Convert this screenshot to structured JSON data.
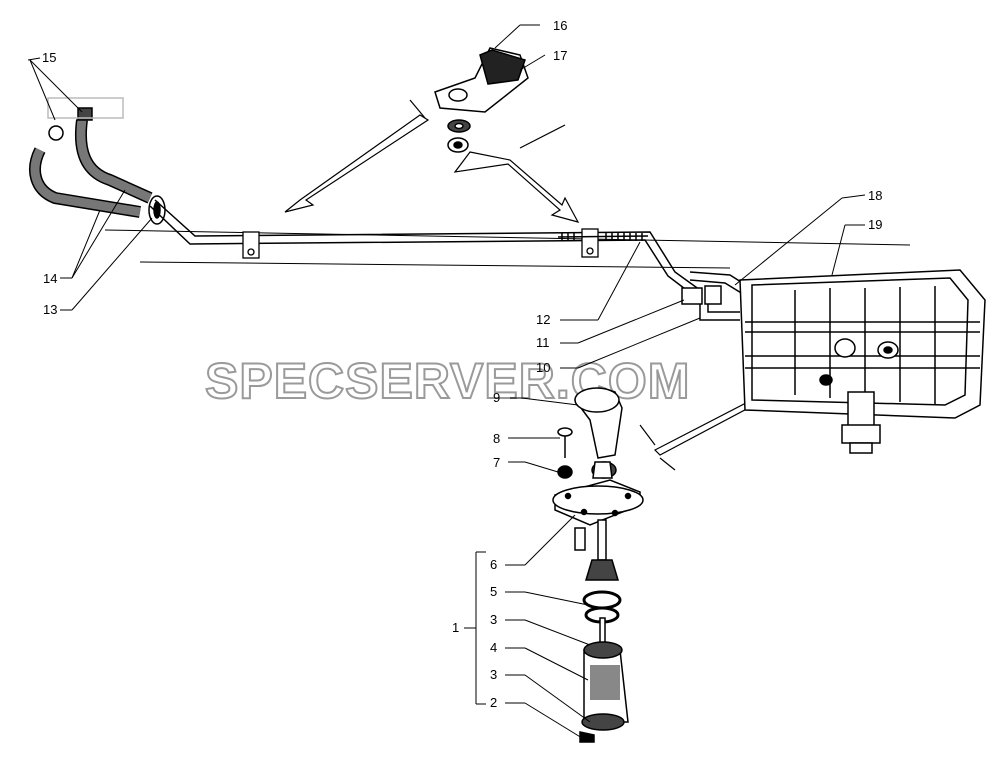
{
  "callouts": {
    "c1": "1",
    "c2": "2",
    "c3a": "3",
    "c3b": "3",
    "c4": "4",
    "c5": "5",
    "c6": "6",
    "c7": "7",
    "c8": "8",
    "c9": "9",
    "c10": "10",
    "c11": "11",
    "c12": "12",
    "c13": "13",
    "c14": "14",
    "c15": "15",
    "c16": "16",
    "c17": "17",
    "c18": "18",
    "c19": "19"
  },
  "watermark": "SPECSERVER.COM"
}
